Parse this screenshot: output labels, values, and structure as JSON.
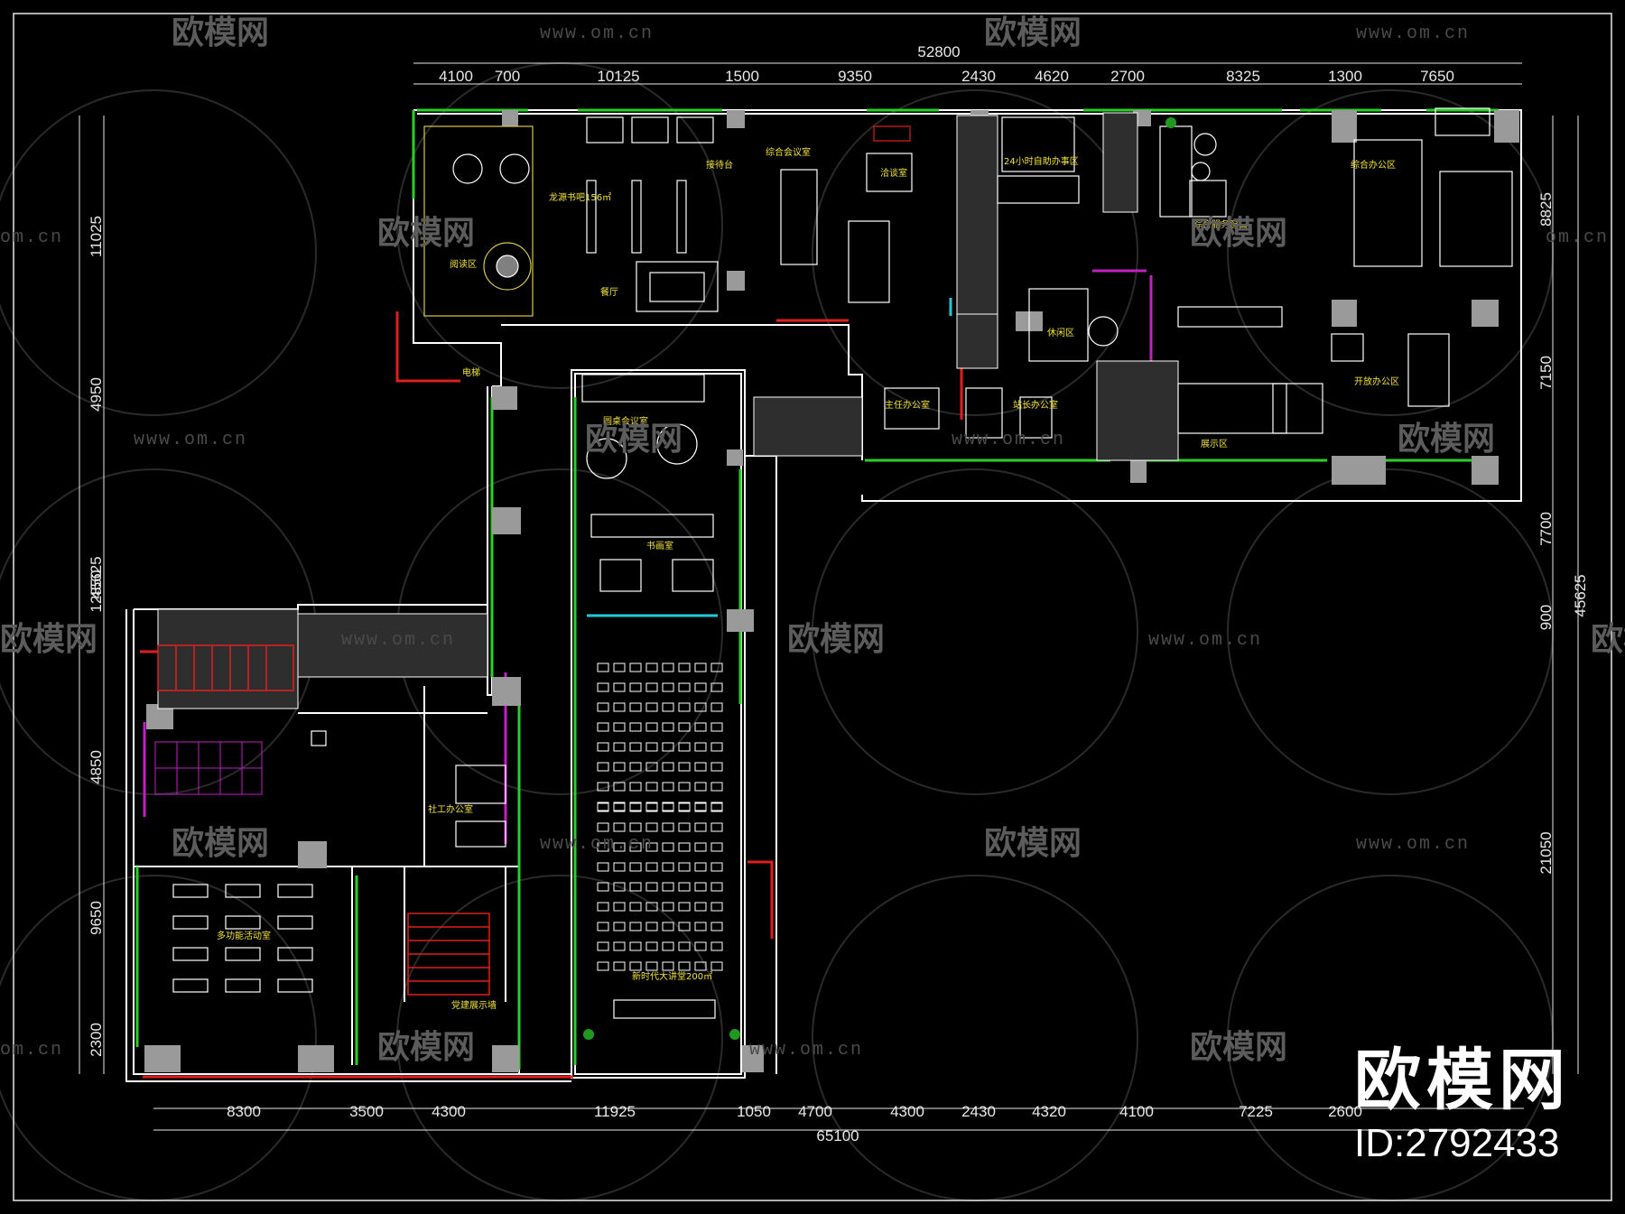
{
  "watermark": {
    "brand": "欧模网",
    "url": "www.om.cn",
    "url_short": "om.cn"
  },
  "overlay": {
    "brand": "欧模网",
    "id": "ID:2792433"
  },
  "dims": {
    "top_total": "52800",
    "top": [
      "4100",
      "700",
      "10125",
      "1500",
      "9350",
      "2430",
      "4620",
      "2700",
      "8325",
      "1300",
      "7650"
    ],
    "bottom_total": "65100",
    "bottom": [
      "8300",
      "3500",
      "4300",
      "11925",
      "1050",
      "4700",
      "4300",
      "2430",
      "4320",
      "4100",
      "7225",
      "2600"
    ],
    "left_total": "45625",
    "left": [
      "11025",
      "4950",
      "12850",
      "4850",
      "9650",
      "2300"
    ],
    "right_total": "45625",
    "right": [
      "8825",
      "7150",
      "7700",
      "900",
      "21050"
    ]
  },
  "rooms": {
    "library": "阅读区",
    "dragon": "龙源书吧156㎡",
    "reception": "接待台",
    "meeting": "综合会议室",
    "dining": "餐厅",
    "chat": "洽谈室",
    "selfservice": "24小时自助办事区",
    "window": "综合服务窗口",
    "lounge": "休闲区",
    "openoffice": "综合办公区",
    "office2": "开放办公区",
    "exhibit": "展示区",
    "roundtable": "圆桌会议室",
    "study": "书画室",
    "hall": "新时代大讲堂200㎡",
    "multi": "多功能活动室",
    "social": "社工办公室",
    "display": "党建展示墙",
    "elev": "电梯",
    "office3": "主任办公室",
    "office4": "站长办公室"
  },
  "colors": {
    "background": "#000000",
    "wall": "#ffffff",
    "furniture": "#ffffff",
    "window": "#28d028",
    "text": "#f2e23a",
    "dimension": "#e8e8e8",
    "column": "#9a9a9a",
    "red_line": "#e01e1e",
    "magenta": "#c020c0",
    "cyan": "#20c8d8"
  }
}
